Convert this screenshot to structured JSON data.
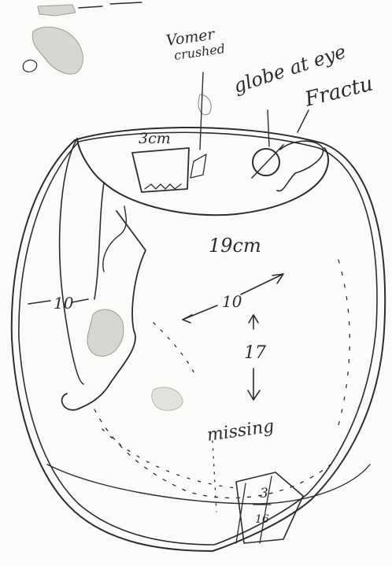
{
  "annotations": {
    "vomer_line1": "Vomer",
    "vomer_line2": "crushed",
    "globe": "globe at eye",
    "fracture": "Fractu",
    "measure_3cm": "3cm",
    "measure_19cm": "19cm",
    "measure_10_left": "10",
    "measure_10_center": "10",
    "measure_17": "17",
    "missing": "missing",
    "fraction_numerator": "3",
    "fraction_denominator": "16"
  },
  "colors": {
    "ink": "#2d2d31",
    "paper": "#fbfbf9",
    "smudge": "#d7d7d2"
  }
}
